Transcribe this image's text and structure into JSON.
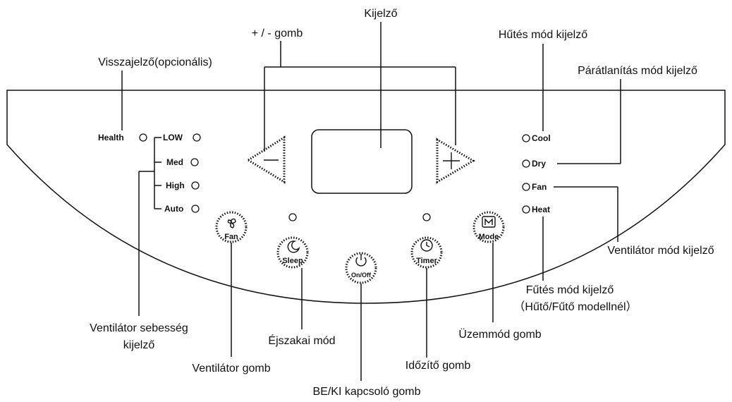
{
  "callouts": {
    "display": "Kijelző",
    "plus_minus": "+ / - gomb",
    "cool_indicator": "Hűtés mód kijelző",
    "health_indicator": "Visszajelző(opcionális)",
    "dry_indicator": "Párátlanítás mód kijelző",
    "fan_mode_indicator": "Ventilátor mód kijelző",
    "heat_indicator_line1": "Fűtés mód kijelző",
    "heat_indicator_line2": "（Hűtő/Fűtő modellnél）",
    "fan_speed_line1": "Ventilátor sebesség",
    "fan_speed_line2": "kijelző",
    "sleep_mode": "Éjszakai mód",
    "mode_button": "Üzemmód gomb",
    "fan_button": "Ventilátor gomb",
    "timer_button": "Időzítő gomb",
    "power_button": "BE/KI kapcsoló gomb"
  },
  "panel": {
    "health": "Health",
    "speeds": [
      "LOW",
      "Med",
      "High",
      "Auto"
    ],
    "modes": [
      "Cool",
      "Dry",
      "Fan",
      "Heat"
    ],
    "buttons": {
      "fan": "Fan",
      "sleep": "Sleep",
      "power": "On/Off",
      "timer": "Timer",
      "mode": "Mode"
    }
  },
  "colors": {
    "line": "#111111",
    "background": "#ffffff"
  }
}
